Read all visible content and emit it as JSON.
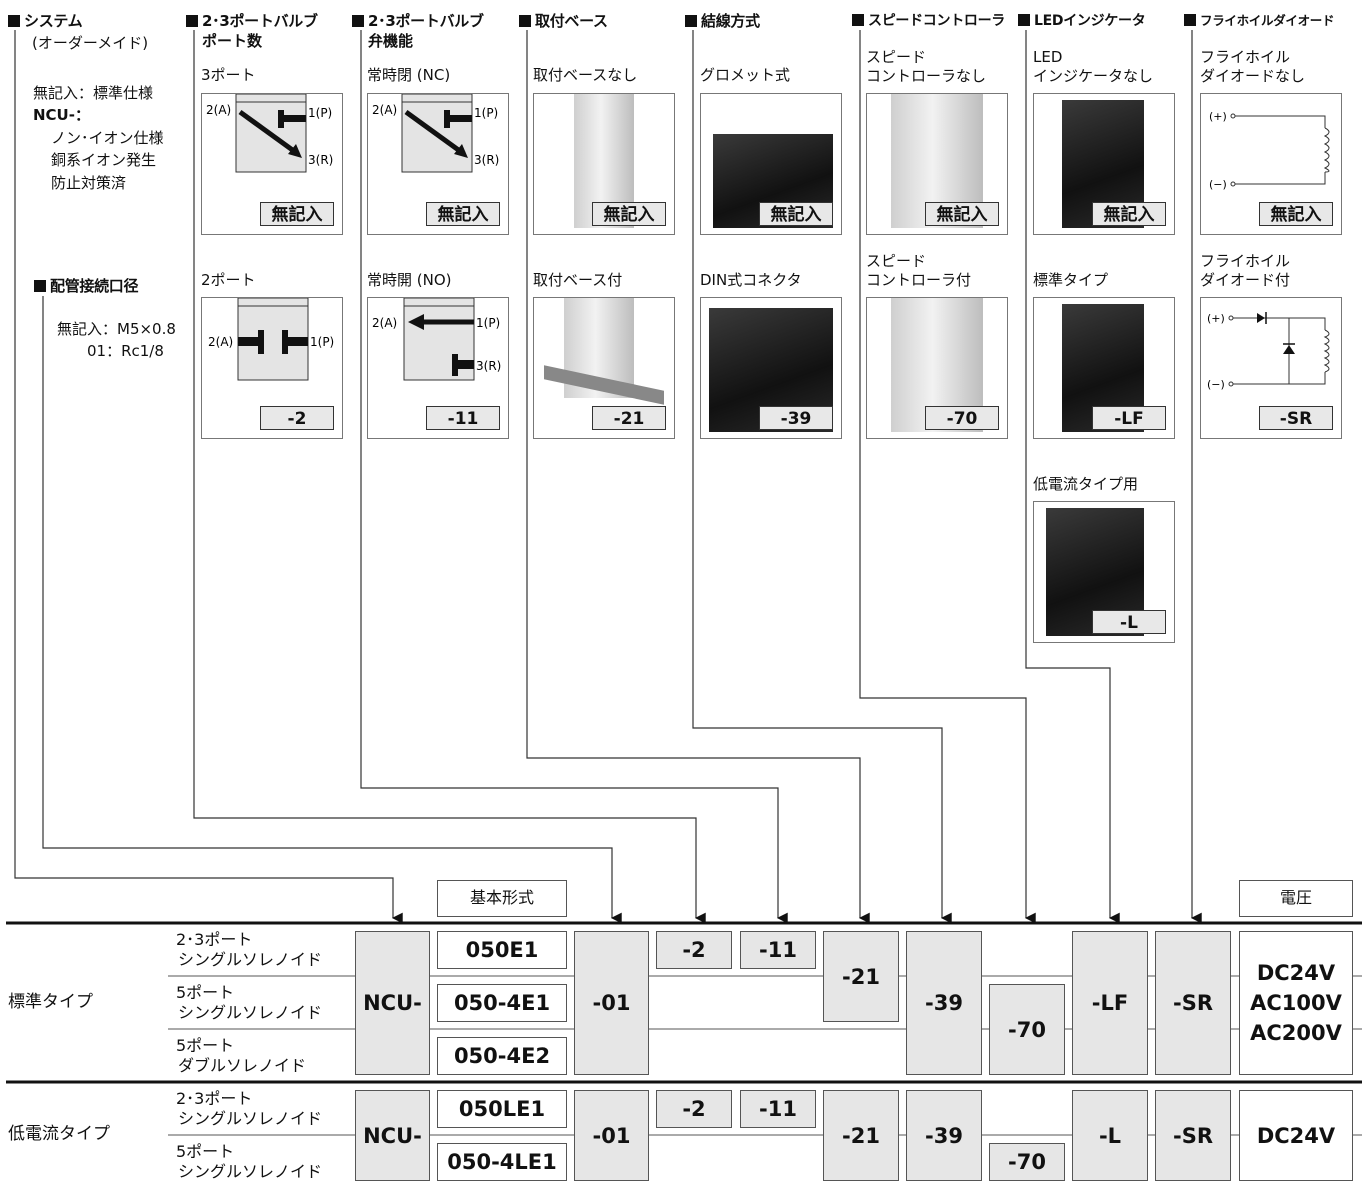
{
  "columns": {
    "system": {
      "title": "システム",
      "sub": "(オーダーメイド)",
      "options": [
        "無記入：標準仕様",
        "NCU-：",
        "ノン･イオン仕様",
        "銅系イオン発生",
        "防止対策済"
      ]
    },
    "port": {
      "title": "配管接続口径",
      "options": [
        "無記入：M5×0.8",
        "01：Rc1/8"
      ]
    },
    "ports": {
      "title_1": "2･3ポートバルブ",
      "title_2": "ポート数",
      "opt1": {
        "label": "3ポート",
        "code": "無記入",
        "p_a": "2(A)",
        "p_p": "1(P)",
        "p_r": "3(R)"
      },
      "opt2": {
        "label": "2ポート",
        "code": "-2",
        "p_a": "2(A)",
        "p_p": "1(P)"
      }
    },
    "func": {
      "title_1": "2･3ポートバルブ",
      "title_2": "弁機能",
      "opt1": {
        "label": "常時閉 (NC)",
        "code": "無記入",
        "p_a": "2(A)",
        "p_p": "1(P)",
        "p_r": "3(R)"
      },
      "opt2": {
        "label": "常時開 (NO)",
        "code": "-11",
        "p_a": "2(A)",
        "p_p": "1(P)",
        "p_r": "3(R)"
      }
    },
    "base": {
      "title": "取付ベース",
      "opt1": {
        "label": "取付ベースなし",
        "code": "無記入"
      },
      "opt2": {
        "label": "取付ベース付",
        "code": "-21"
      }
    },
    "wiring": {
      "title": "結線方式",
      "opt1": {
        "label": "グロメット式",
        "code": "無記入"
      },
      "opt2": {
        "label": "DIN式コネクタ",
        "code": "-39"
      }
    },
    "speed": {
      "title": "スピードコントローラ",
      "opt1": {
        "label_1": "スピード",
        "label_2": "コントローラなし",
        "code": "無記入"
      },
      "opt2": {
        "label_1": "スピード",
        "label_2": "コントローラ付",
        "code": "-70"
      }
    },
    "led": {
      "title": "LEDインジケータ",
      "opt1": {
        "label_1": "LED",
        "label_2": "インジケータなし",
        "code": "無記入"
      },
      "opt2": {
        "label": "標準タイプ",
        "code": "-LF"
      },
      "opt3": {
        "label": "低電流タイプ用",
        "code": "-L"
      }
    },
    "diode": {
      "title": "フライホイルダイオード",
      "opt1": {
        "label_1": "フライホイル",
        "label_2": "ダイオードなし",
        "code": "無記入",
        "plus": "(+)",
        "minus": "(−)"
      },
      "opt2": {
        "label_1": "フライホイル",
        "label_2": "ダイオード付",
        "code": "-SR",
        "plus": "(+)",
        "minus": "(−)"
      }
    }
  },
  "table": {
    "basic_label": "基本形式",
    "voltage_label": "電圧",
    "standard": {
      "group": "標準タイプ",
      "rows": [
        {
          "l1": "2･3ポート",
          "l2": "シングルソレノイド",
          "model": "050E1"
        },
        {
          "l1": "5ポート",
          "l2": "シングルソレノイド",
          "model": "050-4E1"
        },
        {
          "l1": "5ポート",
          "l2": "ダブルソレノイド",
          "model": "050-4E2"
        }
      ],
      "codes": {
        "system": "NCU-",
        "port": "-01",
        "ports": "-2",
        "func": "-11",
        "base": "-21",
        "wiring": "-39",
        "speed": "-70",
        "led": "-LF",
        "diode": "-SR"
      },
      "voltages": [
        "DC24V",
        "AC100V",
        "AC200V"
      ]
    },
    "low": {
      "group": "低電流タイプ",
      "rows": [
        {
          "l1": "2･3ポート",
          "l2": "シングルソレノイド",
          "model": "050LE1"
        },
        {
          "l1": "5ポート",
          "l2": "シングルソレノイド",
          "model": "050-4LE1"
        }
      ],
      "codes": {
        "system": "NCU-",
        "port": "-01",
        "ports": "-2",
        "func": "-11",
        "base": "-21",
        "wiring": "-39",
        "speed": "-70",
        "led": "-L",
        "diode": "-SR"
      },
      "voltages": [
        "DC24V"
      ]
    }
  }
}
